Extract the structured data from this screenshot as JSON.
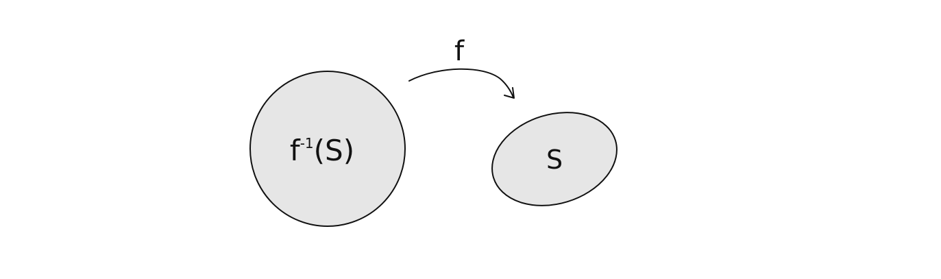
{
  "diagram": {
    "preimage_set": {
      "label_main": "f",
      "label_sup": "-1",
      "label_arg": "(S)"
    },
    "image_set": {
      "label": "S"
    },
    "mapping_arrow": {
      "label": "f"
    }
  },
  "colors": {
    "set_fill": "#e6e6e6",
    "stroke": "#111111",
    "background": "#ffffff"
  }
}
